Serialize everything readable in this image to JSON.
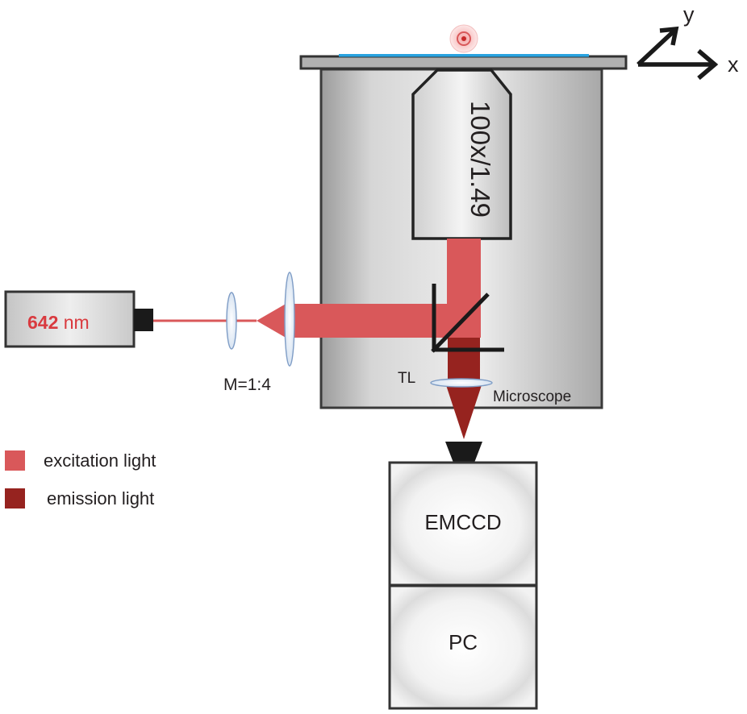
{
  "laser": {
    "wavelength_value": "642",
    "wavelength_unit": " nm"
  },
  "objective": {
    "label": "100x/1.49"
  },
  "microscope": {
    "label": "Microscope",
    "tube_lens_label": "TL"
  },
  "telescope": {
    "magnification_label": "M=1:4"
  },
  "camera": {
    "label": "EMCCD"
  },
  "computer": {
    "label": "PC"
  },
  "axes": {
    "x_label": "x",
    "y_label": "y"
  },
  "legend": {
    "items": [
      {
        "label": "excitation light",
        "color": "#d9585a"
      },
      {
        "label": "emission light",
        "color": "#96231f"
      }
    ]
  },
  "colors": {
    "excitation": "#d9585a",
    "emission": "#96231f",
    "laser_text": "#d93a3f",
    "coverslip": "#29a3e0"
  }
}
